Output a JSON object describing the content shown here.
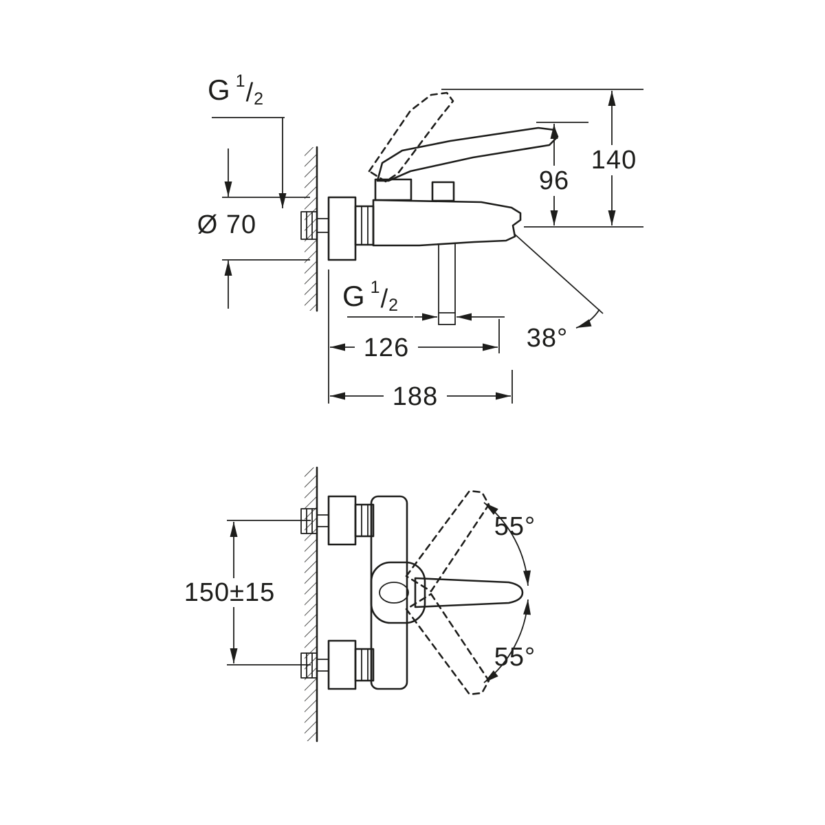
{
  "side_view": {
    "thread_top": {
      "base": "G",
      "sup": "1",
      "slash": "/",
      "sub": "2"
    },
    "escutcheon_diameter": "Ø 70",
    "height_open": "140",
    "height_closed": "96",
    "thread_outlet": {
      "base": "G",
      "sup": "1",
      "slash": "/",
      "sub": "2"
    },
    "depth_to_outlet": "126",
    "depth_total": "188",
    "spout_angle": "38°"
  },
  "front_view": {
    "connection_distance": "150±15",
    "lever_angle_up": "55°",
    "lever_angle_down": "55°"
  },
  "colors": {
    "line": "#1d1d1b",
    "background": "#ffffff"
  }
}
